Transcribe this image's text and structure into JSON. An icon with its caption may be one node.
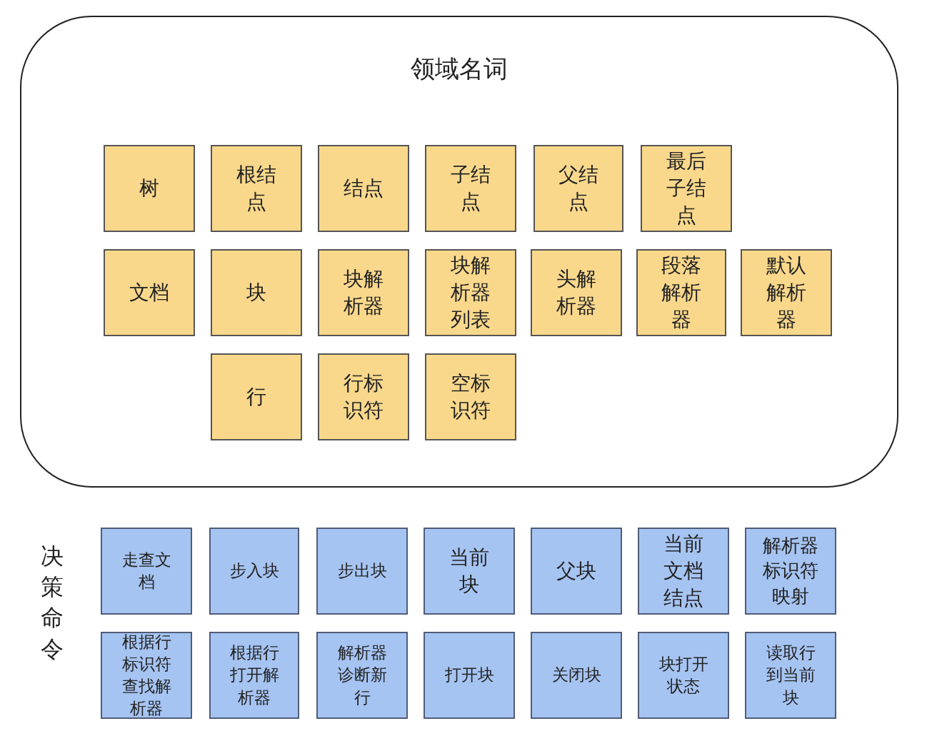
{
  "diagram": {
    "nodes": [
      {
        "text": [
          "领域名词"
        ]
      },
      {
        "text": [
          "树"
        ],
        "in": 0
      },
      {
        "text": [
          "根结点"
        ],
        "in": 0
      },
      {
        "text": [
          "结点"
        ],
        "in": 0
      },
      {
        "text": [
          "子结点"
        ],
        "in": 0
      },
      {
        "text": [
          "父结点"
        ],
        "in": 0
      },
      {
        "text": [
          "最后子结点"
        ],
        "in": 0
      },
      {
        "text": [
          "文档"
        ],
        "in": 0
      },
      {
        "text": [
          "块"
        ],
        "in": 0
      },
      {
        "text": [
          "块解析器"
        ],
        "in": 0
      },
      {
        "text": [
          "块解析器列表"
        ],
        "in": 0
      },
      {
        "text": [
          "头解析器"
        ],
        "in": 0
      },
      {
        "text": [
          "段落解析器"
        ],
        "in": 0
      },
      {
        "text": [
          "默认解析器"
        ],
        "in": 0
      },
      {
        "text": [
          "行"
        ],
        "in": 0
      },
      {
        "text": [
          "行标识符"
        ],
        "in": 0
      },
      {
        "text": [
          "空标识符"
        ],
        "in": 0
      },
      {
        "text": [
          "走查文档"
        ]
      },
      {
        "text": [
          "步入块"
        ]
      },
      {
        "text": [
          "步出块"
        ]
      },
      {
        "text": [
          "当前块"
        ]
      },
      {
        "text": [
          "父块"
        ]
      },
      {
        "text": [
          "当前文档结点"
        ]
      },
      {
        "text": [
          "解析器标识符映射"
        ]
      },
      {
        "text": [
          "根据行标识符查找解析器"
        ]
      },
      {
        "text": [
          "根据行打开解析器"
        ]
      },
      {
        "text": [
          "解析器诊断新行"
        ]
      },
      {
        "text": [
          "打开块"
        ]
      },
      {
        "text": [
          "关闭块"
        ]
      },
      {
        "text": [
          "块打开状态"
        ]
      },
      {
        "text": [
          "读取行到当前块"
        ]
      }
    ],
    "edges": [],
    "labels": [
      "决策命令"
    ]
  }
}
